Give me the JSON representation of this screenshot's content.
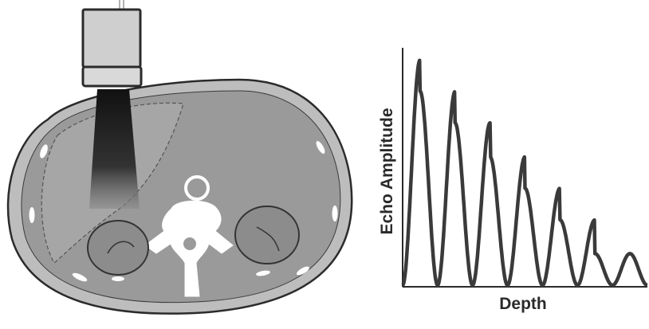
{
  "figure": {
    "ylabel": "Echo Amplitude",
    "xlabel": "Depth"
  },
  "colors": {
    "outline": "#2b2b2b",
    "body_fill": "#9a9a9a",
    "skin_fill": "#bdbdbd",
    "transducer_fill": "#cfcfcf",
    "bone": "#ffffff",
    "beam_dark": "#1a1a1a",
    "wave": "#3a3a3a"
  },
  "echo_curve": {
    "description_free": true,
    "peaks": [
      1.0,
      0.86,
      0.72,
      0.57,
      0.43,
      0.29,
      0.14
    ]
  }
}
